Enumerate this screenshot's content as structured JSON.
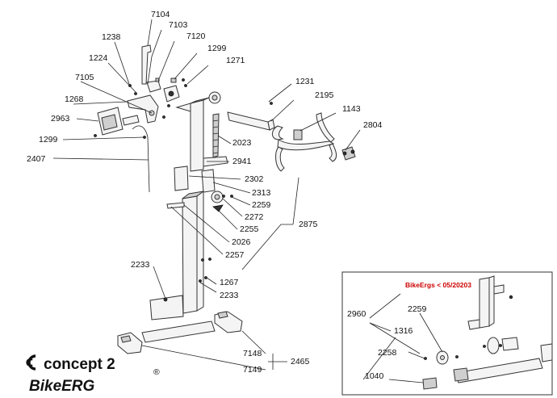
{
  "labels": {
    "l7104": "7104",
    "l7103": "7103",
    "l7120": "7120",
    "l1238": "1238",
    "l1299a": "1299",
    "l1224": "1224",
    "l1271": "1271",
    "l7105": "7105",
    "l1268": "1268",
    "l1231": "1231",
    "l2195": "2195",
    "l1143": "1143",
    "l2963": "2963",
    "l2804": "2804",
    "l1299b": "1299",
    "l2023": "2023",
    "l2407": "2407",
    "l2941": "2941",
    "l2302": "2302",
    "l2313": "2313",
    "l2259a": "2259",
    "l2272": "2272",
    "l2255": "2255",
    "l2875": "2875",
    "l2026": "2026",
    "l2257": "2257",
    "l2233a": "2233",
    "l1267": "1267",
    "l2233b": "2233",
    "l7148": "7148",
    "l7149": "7149",
    "l2465": "2465",
    "l2960": "2960",
    "l2259b": "2259",
    "l1316": "1316",
    "l2258": "2258",
    "l1040": "1040"
  },
  "inset": {
    "note": "BikeErgs < 05/20203"
  },
  "brand": {
    "company": "concept 2",
    "registered": "®",
    "product": "BikeERG"
  }
}
